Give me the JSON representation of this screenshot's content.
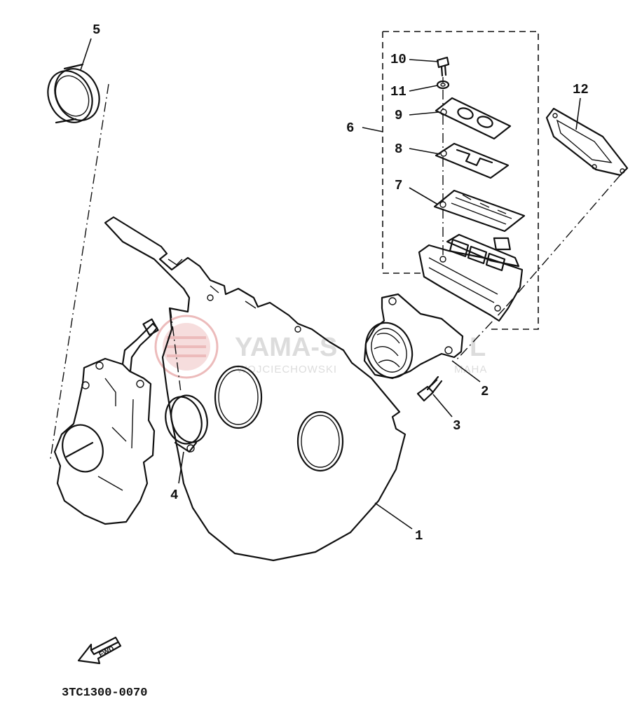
{
  "callouts": [
    {
      "id": "1",
      "label": "1"
    },
    {
      "id": "2",
      "label": "2"
    },
    {
      "id": "3",
      "label": "3"
    },
    {
      "id": "4",
      "label": "4"
    },
    {
      "id": "5",
      "label": "5"
    },
    {
      "id": "6",
      "label": "6"
    },
    {
      "id": "7",
      "label": "7"
    },
    {
      "id": "8",
      "label": "8"
    },
    {
      "id": "9",
      "label": "9"
    },
    {
      "id": "10",
      "label": "10"
    },
    {
      "id": "11",
      "label": "11"
    },
    {
      "id": "12",
      "label": "12"
    }
  ],
  "fwd_label": "FWD",
  "drawing_code": "3TC1300-0070",
  "watermark": {
    "title": "YAMA-S",
    "title_end": "L",
    "subtitle": "WOJCIECHOWSKI",
    "subtitle_end": "MAHA",
    "logo_color": "#e8a0a0",
    "text_color": "#d9d9d9"
  }
}
